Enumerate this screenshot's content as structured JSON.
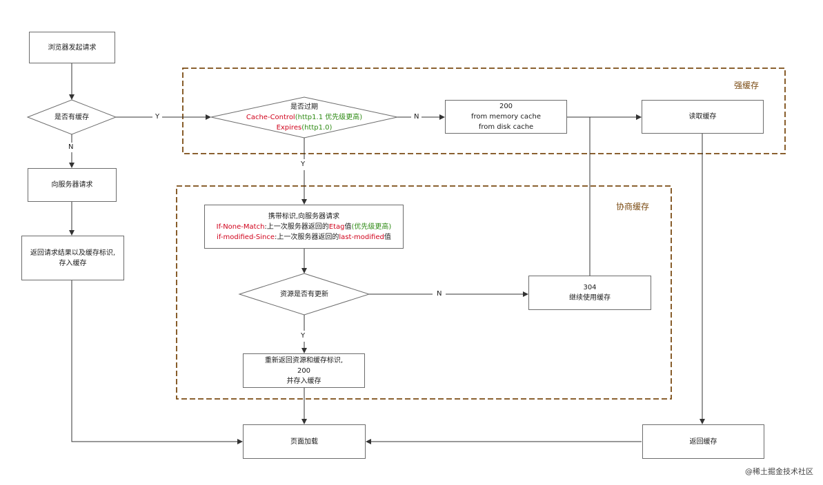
{
  "nodes": {
    "start": "浏览器发起请求",
    "has_cache": "是否有缓存",
    "req_server": "向服务器请求",
    "return_store": [
      "返回请求结果以及缓存标识,",
      "存入缓存"
    ],
    "expired": {
      "title": "是否过期",
      "cc_name": "Cache-Control",
      "cc_note": "(http1.1 优先级更高)",
      "exp_name": "Expires",
      "exp_note": "(http1.0)"
    },
    "s200": [
      "200",
      "from memory cache",
      "from disk cache"
    ],
    "read_cache": "读取缓存",
    "carry": {
      "title": "携带标识,向服务器请求",
      "inm_name": "If-None-Match",
      "inm_text": ":上一次服务器返回的",
      "inm_key": "Etag",
      "inm_val": "值",
      "inm_note": "(优先级更高)",
      "ims_name": "if-modified-Since",
      "ims_text": ":上一次服务器返回的",
      "ims_key": "last-modified",
      "ims_val": "值"
    },
    "updated": "资源是否有更新",
    "s304": [
      "304",
      "继续使用缓存"
    ],
    "reload": [
      "重新返回资源和缓存标识,",
      "200",
      "并存入缓存"
    ],
    "page_load": "页面加载",
    "return_cache": "返回缓存"
  },
  "edge_labels": {
    "y1": "Y",
    "n1": "N",
    "n2": "N",
    "y2": "Y",
    "n3": "N",
    "y3": "Y"
  },
  "regions": {
    "strong": "强缓存",
    "negotiated": "协商缓存"
  },
  "watermark": "@稀土掘金技术社区",
  "colors": {
    "highlight_red": "#d0021b",
    "highlight_green": "#2e8a14",
    "region_border": "#7a4a12",
    "line": "#333333"
  }
}
